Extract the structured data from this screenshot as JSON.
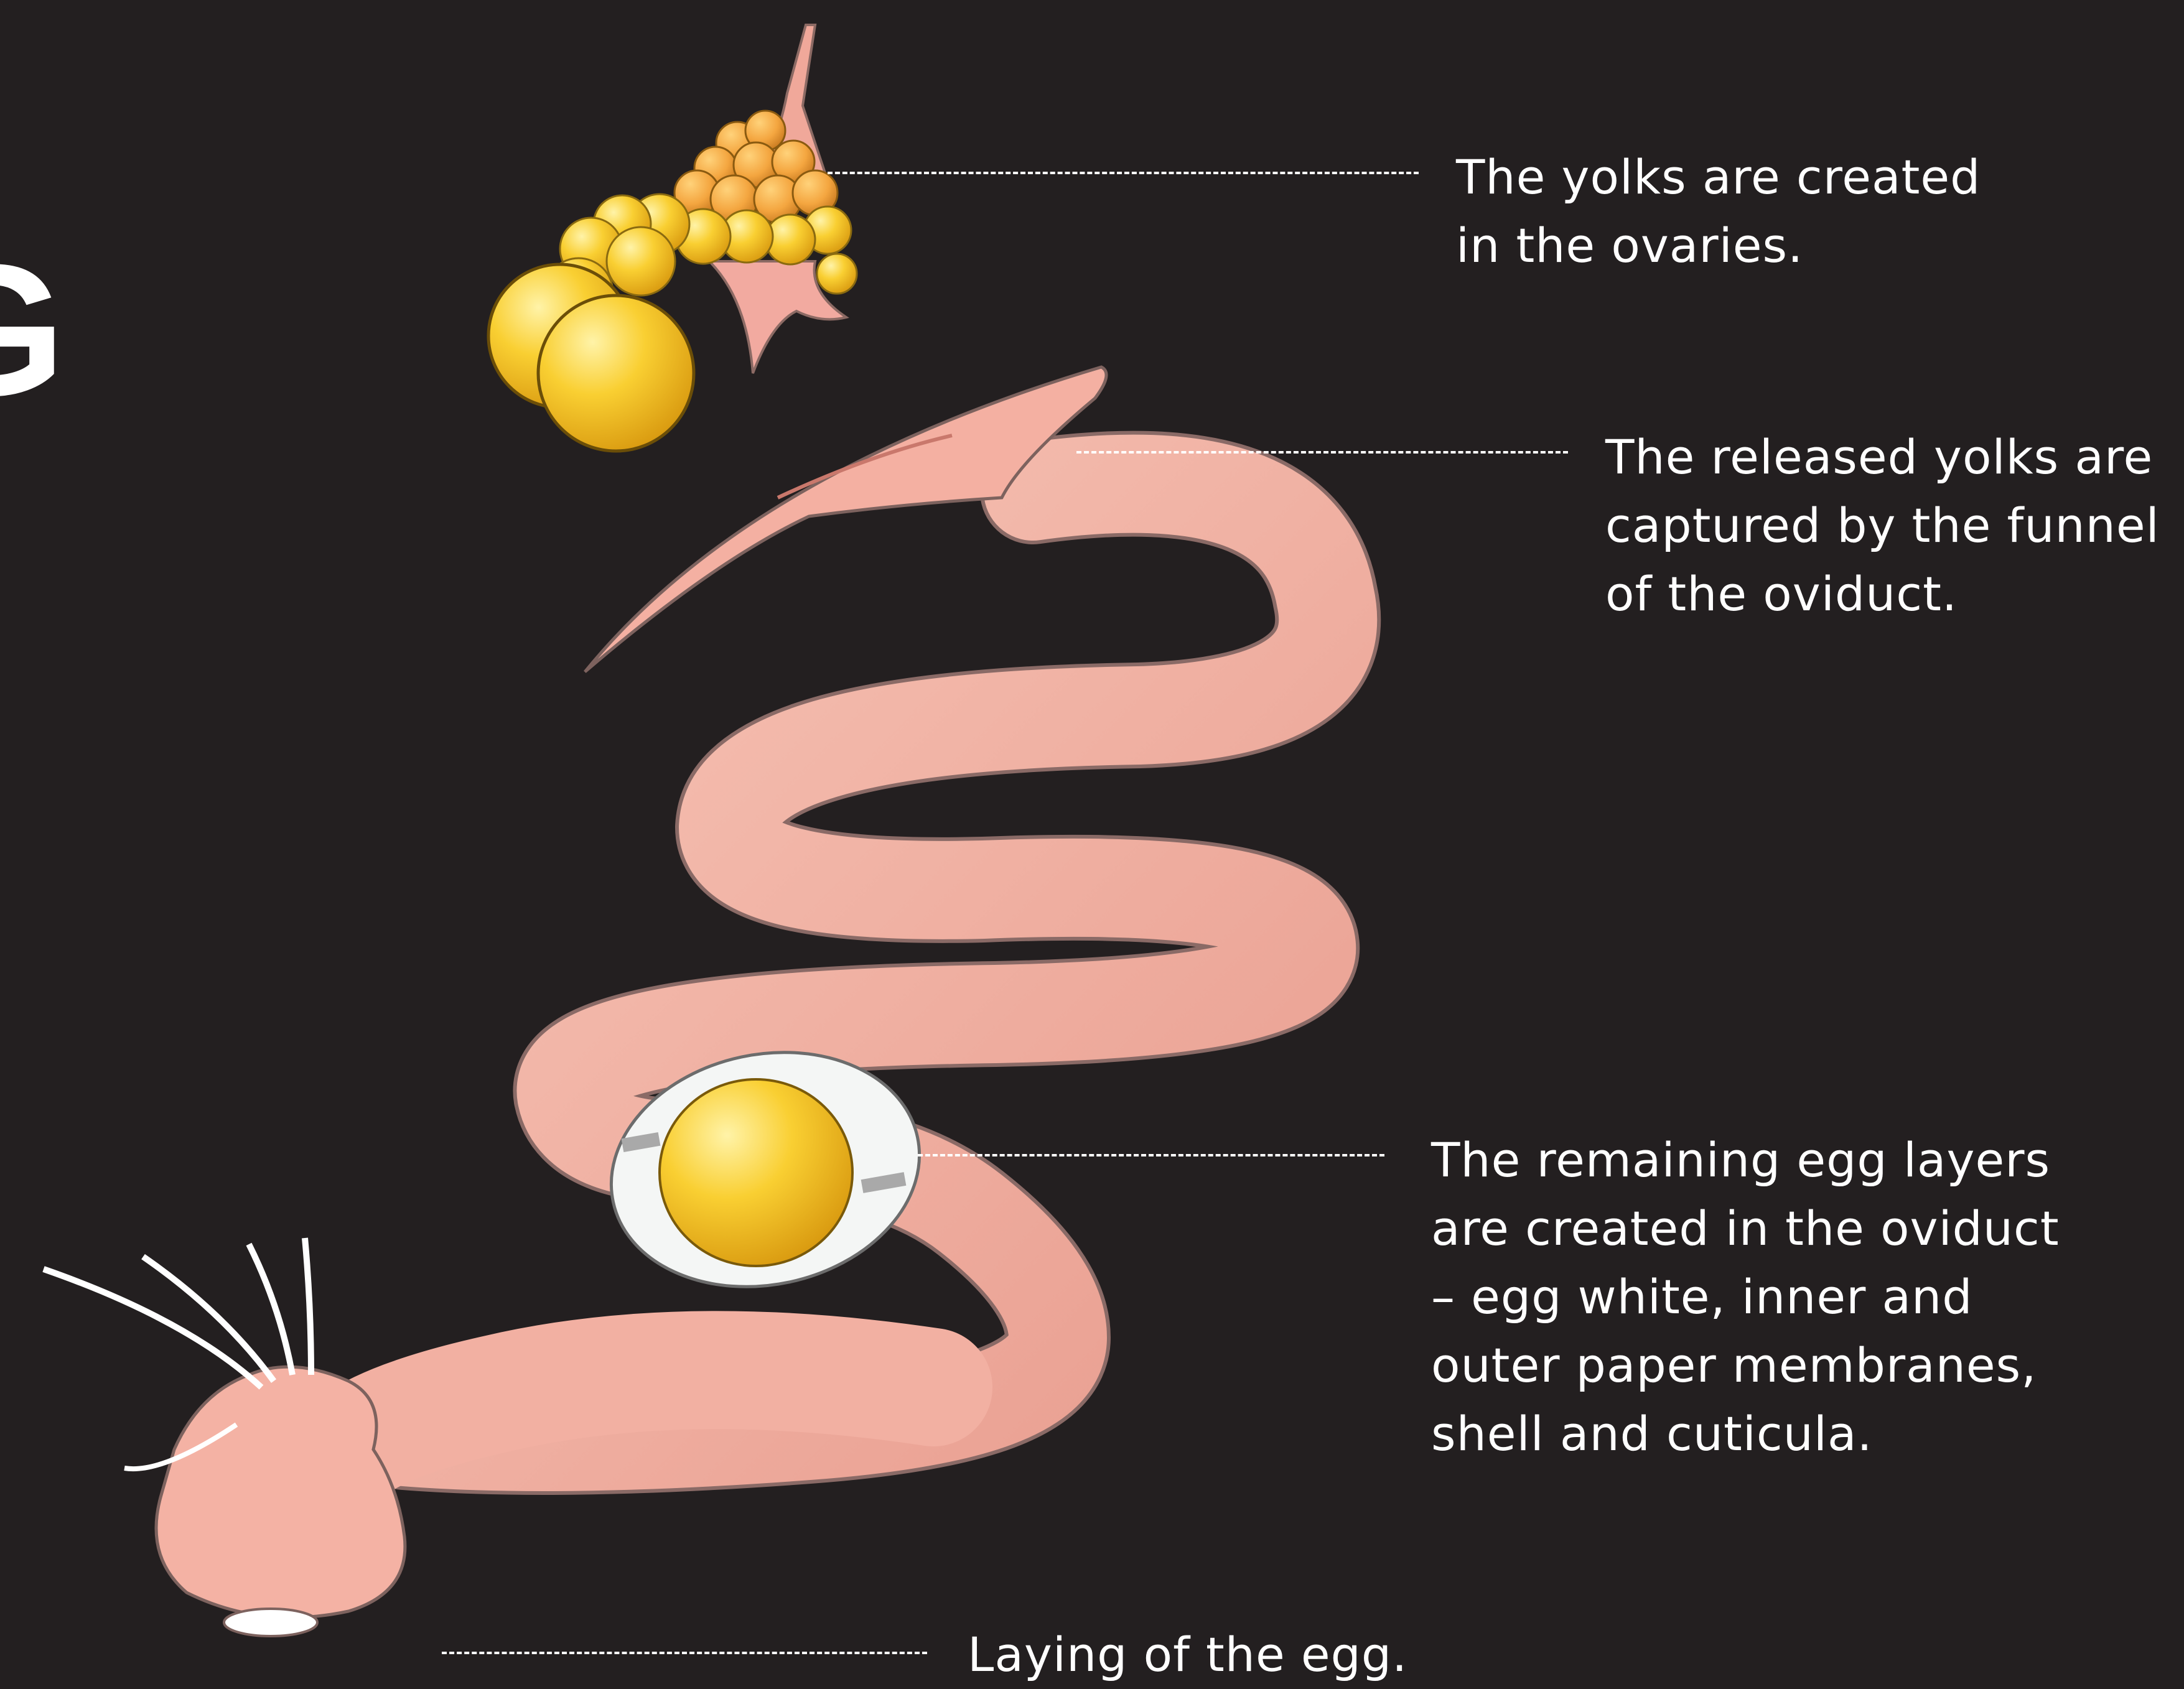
{
  "heading_fragment": "G",
  "labels": {
    "ovaries": [
      "The yolks are created",
      "in the ovaries."
    ],
    "funnel": [
      "The released yolks are",
      "captured by the funnel",
      "of the oviduct."
    ],
    "oviduct": [
      "The remaining egg layers",
      "are created in the oviduct",
      "– egg white, inner and",
      "outer paper membranes,",
      "shell and cuticula."
    ],
    "laying": [
      "Laying of the egg."
    ]
  },
  "colors": {
    "background": "#231f20",
    "text": "#ffffff",
    "tissue": "#f4b4a4",
    "tissue_shadow": "#d98a7e",
    "yolk": "#f7c325",
    "egg_white": "#f4f6f5"
  }
}
